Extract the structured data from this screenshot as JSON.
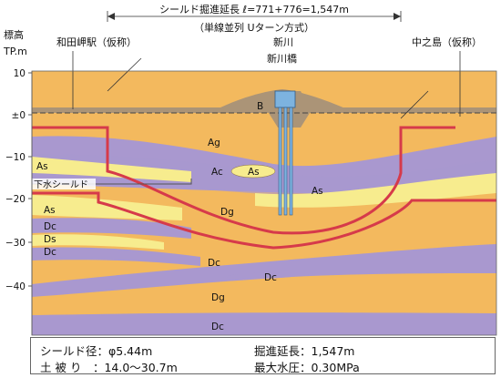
{
  "header": {
    "title": "シールド掘進延長 ℓ=771+776=1,547m",
    "subtitle": "（単線並列 Uターン方式）"
  },
  "axis": {
    "title_line1": "標高",
    "title_line2": "TP.m",
    "ticks": [
      "10",
      "±0",
      "−10",
      "−20",
      "−30",
      "−40"
    ]
  },
  "stations": {
    "left": "和田岬駅（仮称）",
    "center_top": "新川",
    "center_bottom": "新川橋",
    "right": "中之島（仮称）"
  },
  "layers": {
    "b": "B",
    "ag": "Ag",
    "ac": "Ac",
    "as_lens": "As",
    "as_right": "As",
    "as_left_top": "As",
    "as_left_mid": "As",
    "dg": "Dg",
    "dc_left": "Dc",
    "ds": "Ds",
    "dc_left2": "Dc",
    "dc_mid": "Dc",
    "dc_lens": "Dc",
    "dg_low": "Dg",
    "dc_bottom": "Dc"
  },
  "sewer": "下水シールド",
  "info": {
    "diameter": "シールド径：φ5.44m",
    "length": "掘進延長：1,547m",
    "cover": "土 被 り　：14.0〜30.7m",
    "pressure": "最大水圧：0.30MPa"
  },
  "colors": {
    "orange": "#F3B95E",
    "yellow": "#F7EC8E",
    "purple": "#A998CF",
    "brown": "#AB9477",
    "tunnel": "#D63A4A",
    "piers": "#7DB3DF"
  }
}
